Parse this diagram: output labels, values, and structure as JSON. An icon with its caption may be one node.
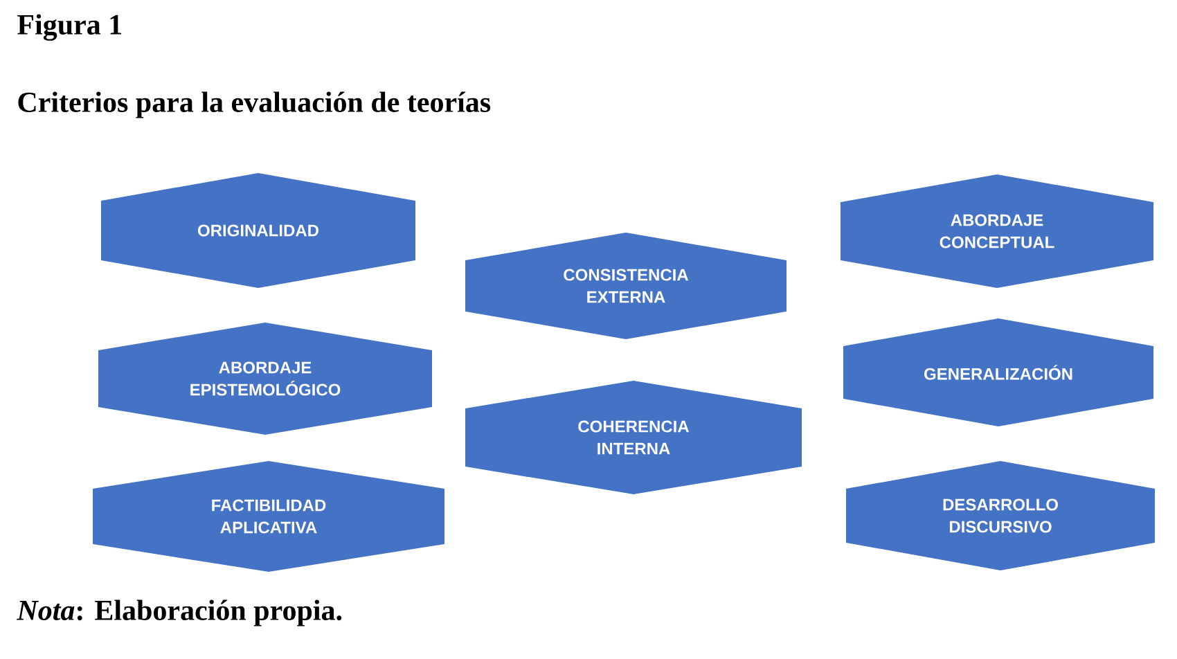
{
  "diagram": {
    "title": "Criterios para la evaluación de teorías",
    "caption": "*Nota*: Elaboración propia.",
    "labels": [
      "Figura 1"
    ],
    "nodes": [
      {
        "text": [
          "ORIGINALIDAD"
        ]
      },
      {
        "text": [
          "CONSISTENCIA EXTERNA"
        ]
      },
      {
        "text": [
          "ABORDAJE CONCEPTUAL"
        ]
      },
      {
        "text": [
          "ABORDAJE EPISTEMOLÓGICO"
        ]
      },
      {
        "text": [
          "COHERENCIA INTERNA"
        ]
      },
      {
        "text": [
          "GENERALIZACIÓN"
        ]
      },
      {
        "text": [
          "FACTIBILIDAD APLICATIVA"
        ]
      },
      {
        "text": [
          "DESARROLLO DISCURSIVO"
        ]
      }
    ]
  }
}
